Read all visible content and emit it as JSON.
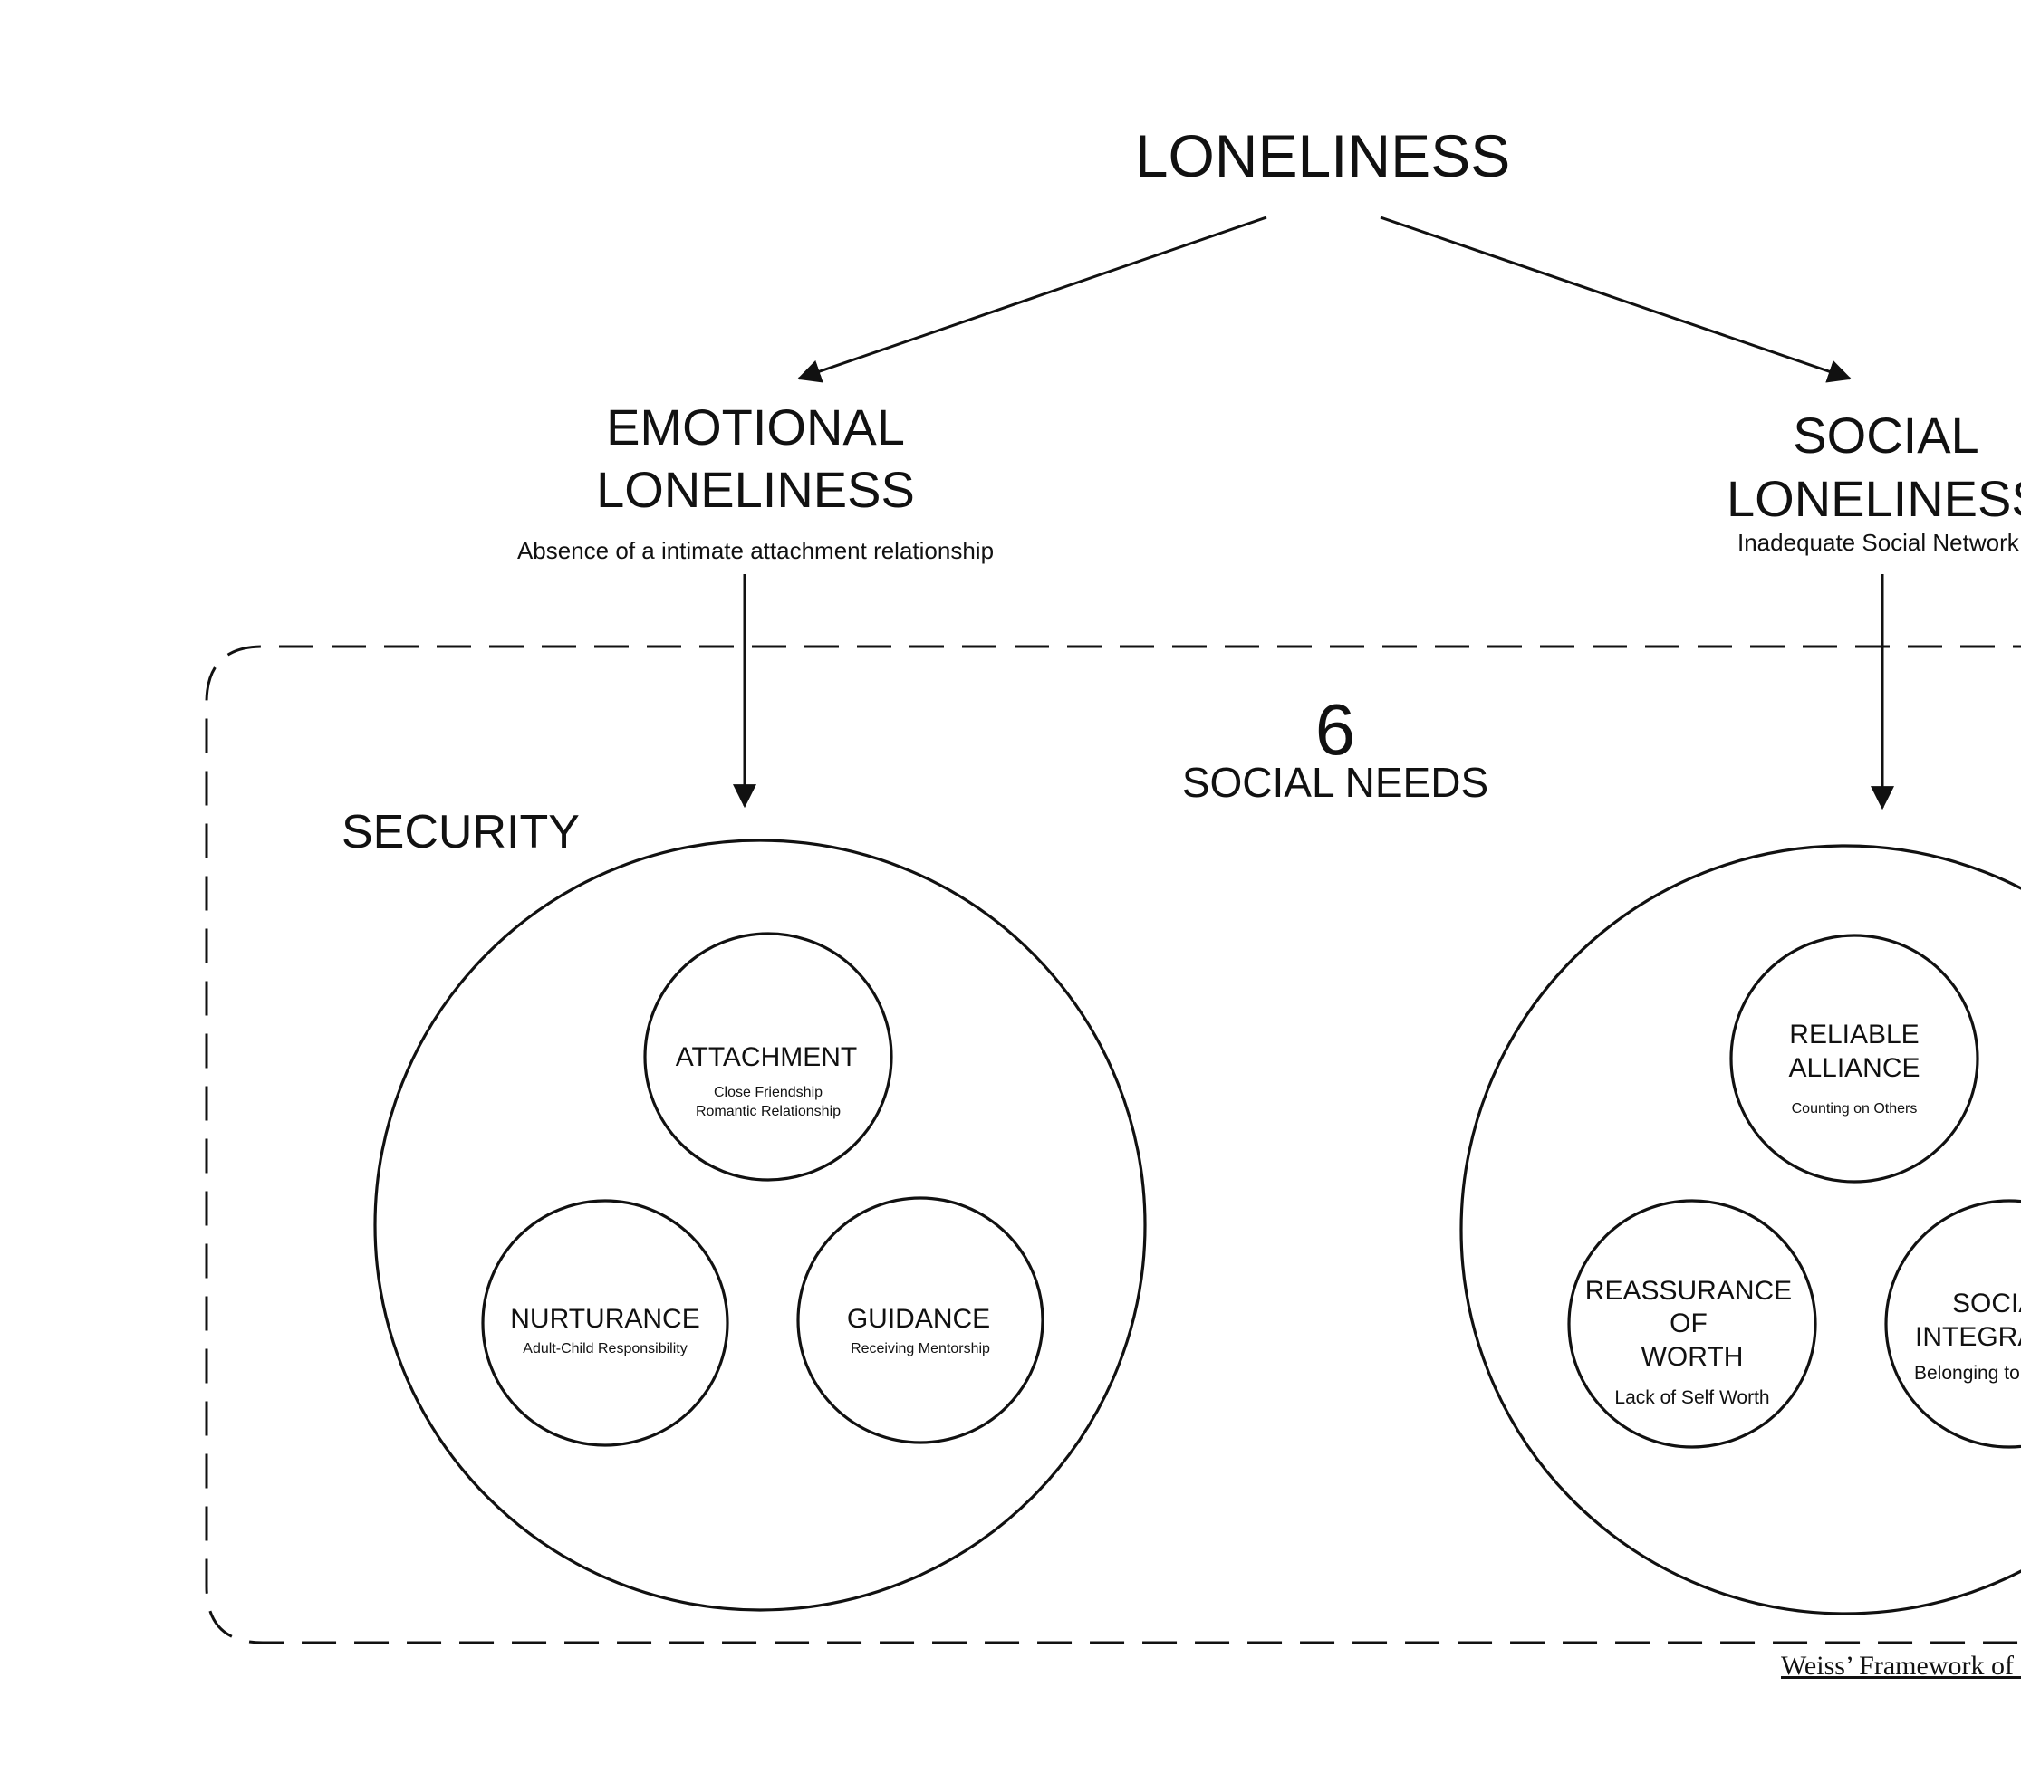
{
  "title": "LONELINESS",
  "emotional": {
    "title_line1": "EMOTIONAL",
    "title_line2": "LONELINESS",
    "description": "Absence of a intimate attachment relationship"
  },
  "social": {
    "title_line1": "SOCIAL",
    "title_line2": "LONELINESS",
    "description": "Inadequate Social Network"
  },
  "needs": {
    "count": "6",
    "label": "SOCIAL NEEDS"
  },
  "security": {
    "label": "SECURITY",
    "attachment": {
      "title": "ATTACHMENT",
      "sub1": "Close Friendship",
      "sub2": "Romantic Relationship"
    },
    "nurturance": {
      "title": "NURTURANCE",
      "sub": "Adult-Child Responsibility"
    },
    "guidance": {
      "title": "GUIDANCE",
      "sub": "Receiving Mentorship"
    }
  },
  "social_group": {
    "reliable_alliance": {
      "title_line1": "RELIABLE",
      "title_line2": "ALLIANCE",
      "sub": "Counting on Others"
    },
    "reassurance": {
      "title_line1": "REASSURANCE",
      "title_line2": "OF",
      "title_line3": "WORTH",
      "sub": "Lack of Self Worth"
    },
    "integration": {
      "title_line1": "SOCIAL",
      "title_line2": "INTEGRATION",
      "sub": "Belonging to a Group"
    }
  },
  "caption": "Weiss’ Framework of Loneliness"
}
